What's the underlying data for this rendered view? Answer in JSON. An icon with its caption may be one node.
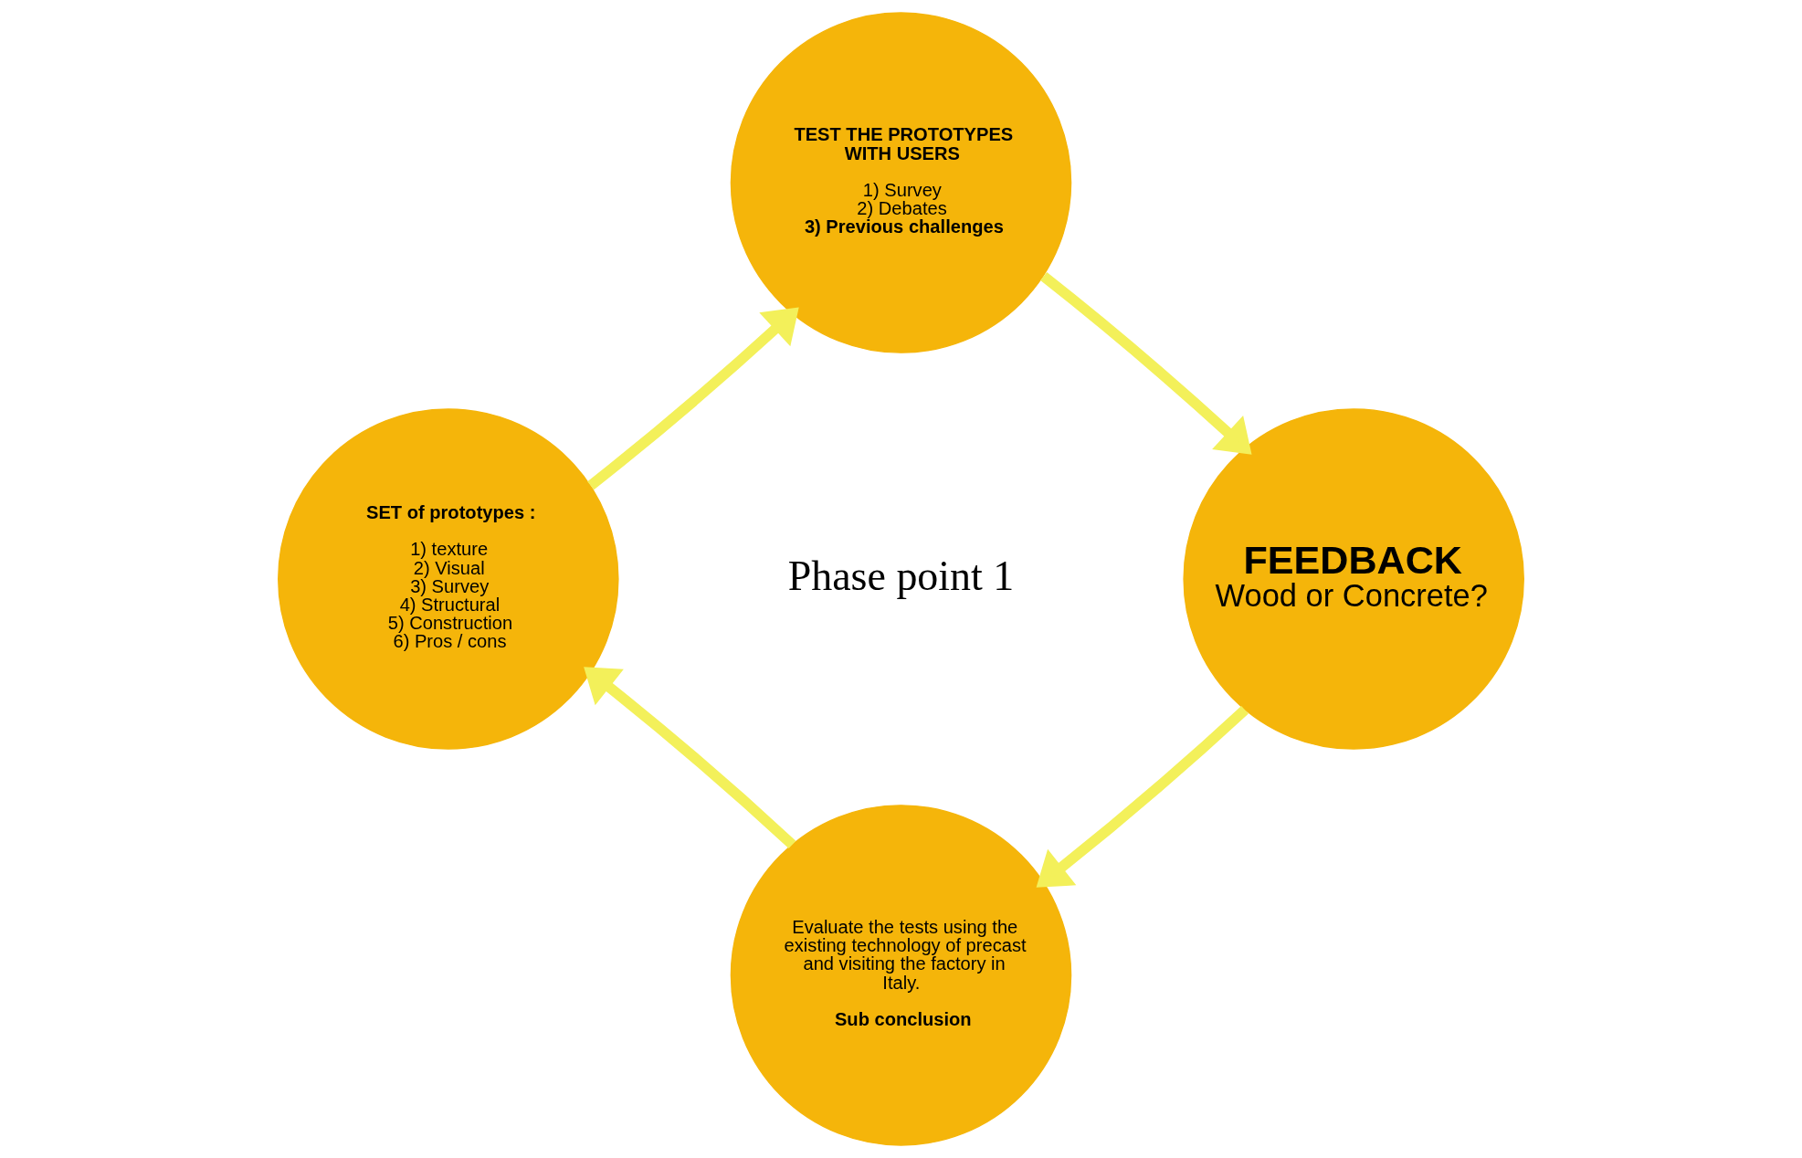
{
  "diagram": {
    "nodes": [
      {
        "text": [
          "TEST THE PROTOTYPES WITH USERS",
          "1) Survey",
          "2) Debates",
          "3) Previous challenges"
        ]
      },
      {
        "text": [
          "FEEDBACK",
          "Wood or Concrete?"
        ]
      },
      {
        "text": [
          "Evaluate the tests using the existing technology of precast and visiting the factory in Italy.",
          "Sub conclusion"
        ]
      },
      {
        "text": [
          "SET of prototypes :",
          "1) texture",
          "2) Visual",
          "3) Survey",
          "4) Structural",
          "5) Construction",
          "6) Pros / cons"
        ]
      }
    ],
    "edges": [
      {
        "from": 3,
        "to": 0,
        "arrow": "to"
      },
      {
        "from": 0,
        "to": 1,
        "arrow": "to"
      },
      {
        "from": 1,
        "to": 2,
        "arrow": "to"
      },
      {
        "from": 2,
        "to": 3,
        "arrow": "to"
      }
    ],
    "labels": [
      "Phase point 1"
    ]
  }
}
